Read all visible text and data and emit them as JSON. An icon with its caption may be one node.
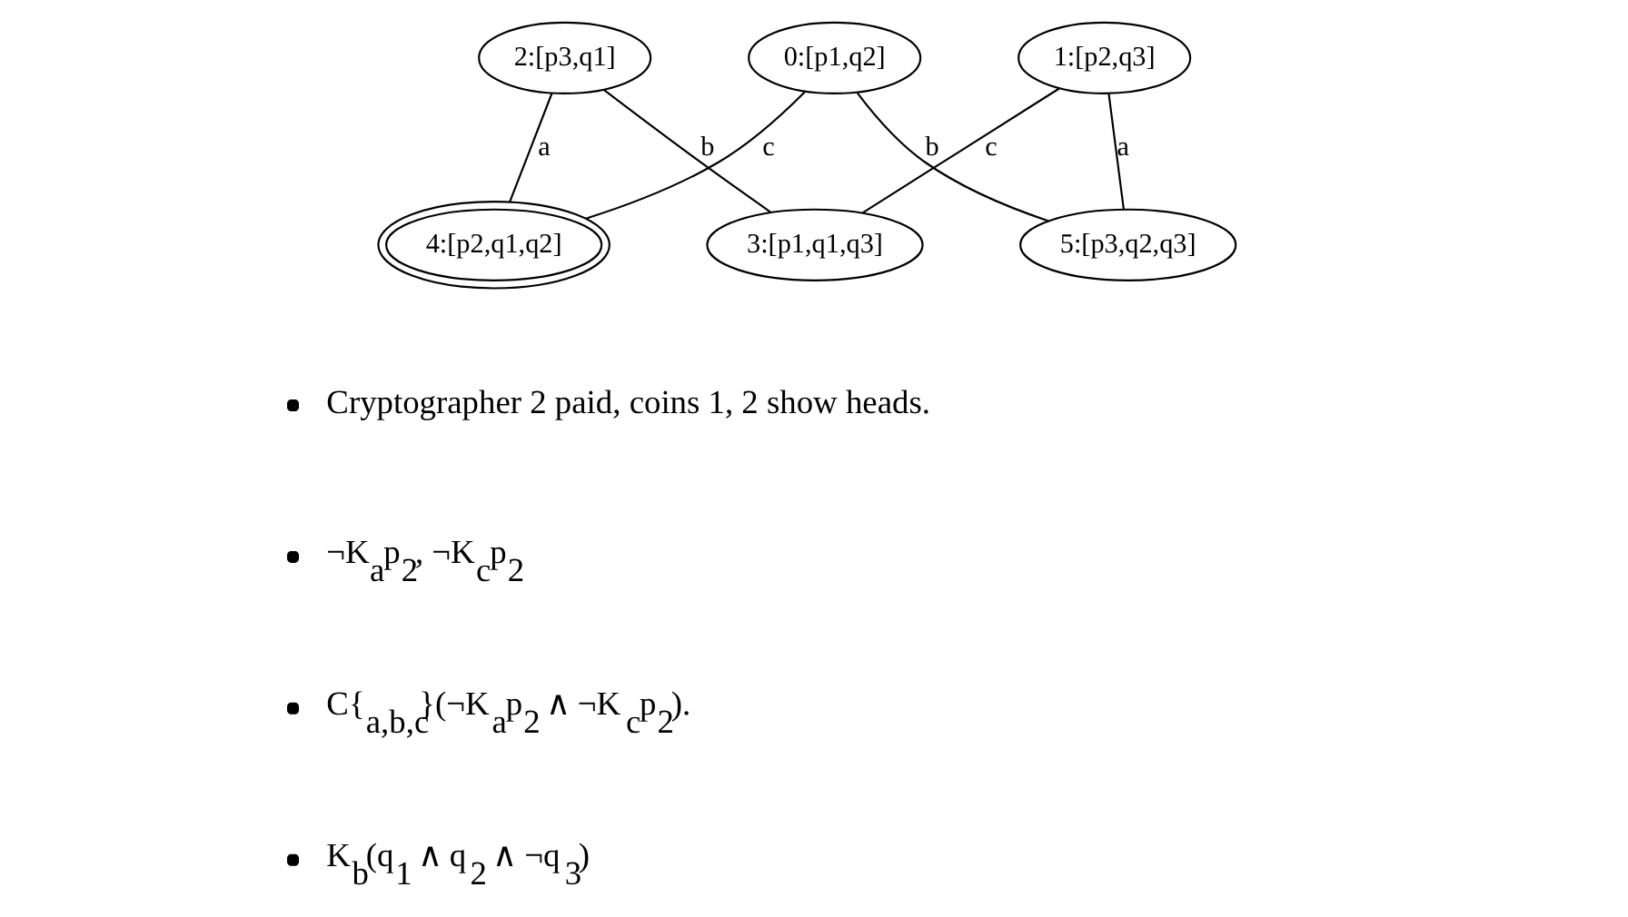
{
  "diagram": {
    "nodes": [
      {
        "text": [
          "2:[p3,q1]"
        ]
      },
      {
        "text": [
          "0:[p1,q2]"
        ]
      },
      {
        "text": [
          "1:[p2,q3]"
        ]
      },
      {
        "text": [
          "4:[p2,q1,q2]"
        ]
      },
      {
        "text": [
          "3:[p1,q1,q3]"
        ]
      },
      {
        "text": [
          "5:[p3,q2,q3]"
        ]
      }
    ],
    "edges": [
      {
        "from": 0,
        "to": 3,
        "arrow": "none",
        "label": "a"
      },
      {
        "from": 0,
        "to": 4,
        "arrow": "none",
        "label": "b"
      },
      {
        "from": 1,
        "to": 3,
        "arrow": "none",
        "label": "c"
      },
      {
        "from": 1,
        "to": 5,
        "arrow": "none",
        "label": "b"
      },
      {
        "from": 2,
        "to": 4,
        "arrow": "none",
        "label": "c"
      },
      {
        "from": 2,
        "to": 5,
        "arrow": "none",
        "label": "a"
      }
    ],
    "labels": [
      "Cryptographer 2 paid, coins 1, 2 show heads.",
      "¬K$_{a}$p$_{2}$, ¬K$_{c}$p$_{2}$",
      "C{$_{a,b,c}$}(¬K$_{a}$p$_{2}$ ∧ ¬K$_{c}$p$_{2}$).",
      "K$_{b}$(q$_{1}$ ∧ q$_{2}$ ∧ ¬q$_{3}$)"
    ]
  }
}
